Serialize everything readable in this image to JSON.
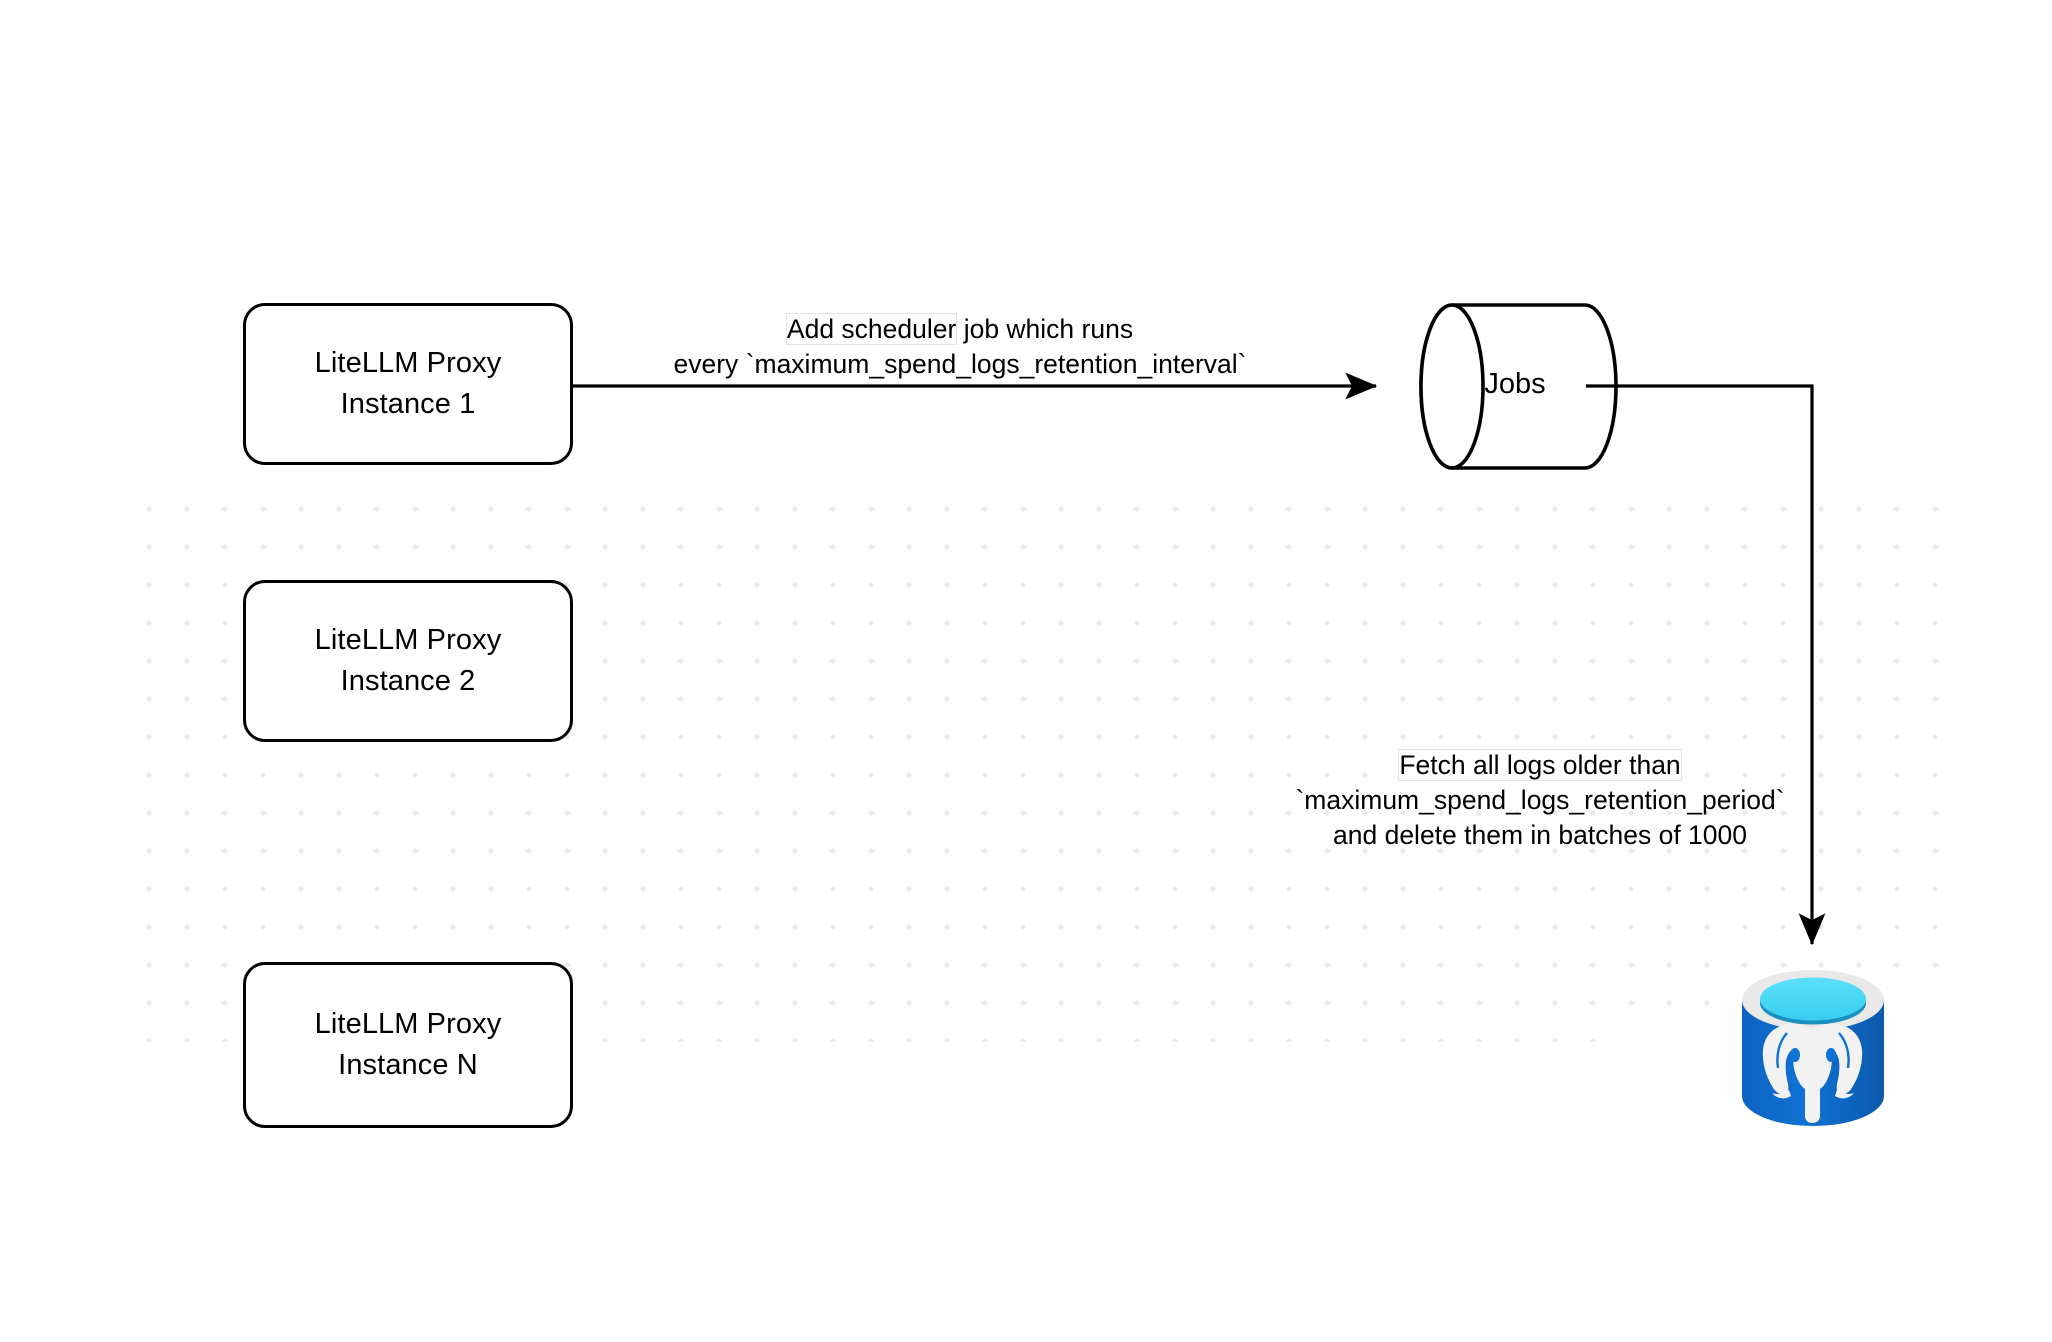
{
  "diagram": {
    "title": "LiteLLM spend logs retention scheduler flow",
    "background": "#ffffff",
    "dot_color": "#e9e9e9",
    "stroke_color": "#000000",
    "nodes": [
      {
        "id": "instance-1",
        "type": "rounded-rect",
        "label_line_1": "LiteLLM Proxy",
        "label_line_2": "Instance 1"
      },
      {
        "id": "instance-2",
        "type": "rounded-rect",
        "label_line_1": "LiteLLM Proxy",
        "label_line_2": "Instance 2"
      },
      {
        "id": "instance-n",
        "type": "rounded-rect",
        "label_line_1": "LiteLLM Proxy",
        "label_line_2": "Instance N"
      },
      {
        "id": "jobs",
        "type": "cylinder",
        "label": "Jobs"
      },
      {
        "id": "postgres",
        "type": "database-icon",
        "icon": "postgresql-elephant-icon",
        "colors": {
          "body": "#1266c0",
          "body_light": "#0f7ae0",
          "rim": "#e9e9ea",
          "top": "#4fd8f5",
          "top_shadow": "#1a8fc0",
          "elephant": "#f2f2f2"
        }
      }
    ],
    "edges": [
      {
        "id": "edge-scheduler",
        "from": "instance-1",
        "to": "jobs",
        "label_line_1": "Add scheduler job which runs",
        "label_line_2": "every `maximum_spend_logs_retention_interval`",
        "label_highlight_1": "Add scheduler",
        "label_rest_1": " job which runs"
      },
      {
        "id": "edge-fetch",
        "from": "jobs",
        "to": "postgres",
        "label_line_1": "Fetch all logs older than",
        "label_line_2": "`maximum_spend_logs_retention_period`",
        "label_line_3": "and delete them in batches of 1000"
      }
    ]
  }
}
